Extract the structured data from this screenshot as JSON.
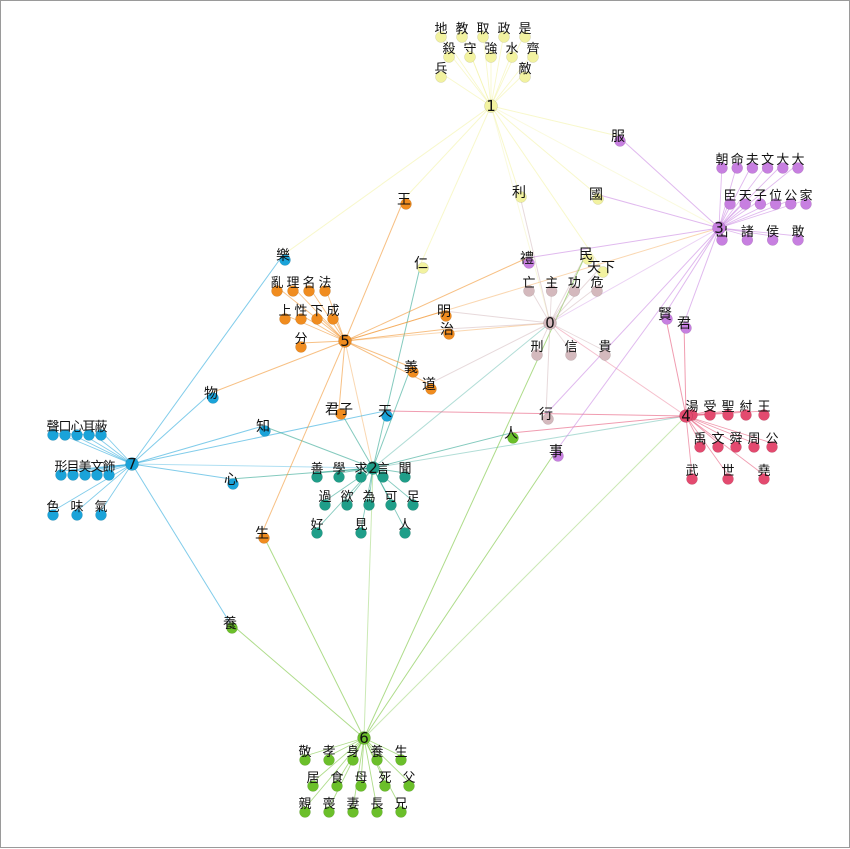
{
  "graph": {
    "clusters": [
      {
        "id": "0",
        "color": "#d4b9bd",
        "leaves": [
          "亡",
          "主",
          "功",
          "危",
          "刑",
          "信",
          "貴"
        ]
      },
      {
        "id": "1",
        "color": "#f2f2a0",
        "leaves": [
          "地",
          "教",
          "取",
          "政",
          "是",
          "殺",
          "守",
          "強",
          "水",
          "齊",
          "兵",
          "敵"
        ]
      },
      {
        "id": "2",
        "color": "#1f9e89",
        "leaves": [
          "善",
          "學",
          "求",
          "言",
          "聞",
          "過",
          "欲",
          "為",
          "可",
          "足",
          "好",
          "見",
          "人"
        ]
      },
      {
        "id": "3",
        "color": "#c77fe0",
        "leaves": [
          "朝",
          "命",
          "夫",
          "文",
          "大",
          "大",
          "臣",
          "天",
          "子",
          "位",
          "公",
          "家",
          "出",
          "諸",
          "侯",
          "敢"
        ]
      },
      {
        "id": "4",
        "color": "#e34a6f",
        "leaves": [
          "湯",
          "受",
          "聖",
          "紂",
          "王",
          "禹",
          "文",
          "舜",
          "周",
          "公",
          "武",
          "世",
          "堯"
        ]
      },
      {
        "id": "5",
        "color": "#f08c1f",
        "leaves": [
          "亂",
          "理",
          "名",
          "法",
          "上",
          "性",
          "下",
          "成",
          "分"
        ]
      },
      {
        "id": "6",
        "color": "#6bbf2a",
        "leaves": [
          "敬",
          "孝",
          "身",
          "養",
          "生",
          "居",
          "食",
          "母",
          "死",
          "父",
          "親",
          "喪",
          "妻",
          "長",
          "兄"
        ]
      },
      {
        "id": "7",
        "color": "#1aa3d9",
        "leaves": [
          "聲",
          "口",
          "心",
          "耳",
          "蔽",
          "形",
          "目",
          "美",
          "文",
          "飾",
          "色",
          "味",
          "氣"
        ]
      }
    ],
    "bridges": [
      {
        "label": "服",
        "color": "#c77fe0"
      },
      {
        "label": "王",
        "color": "#f08c1f"
      },
      {
        "label": "利",
        "color": "#f2f2a0"
      },
      {
        "label": "國",
        "color": "#f2f2a0"
      },
      {
        "label": "樂",
        "color": "#1aa3d9"
      },
      {
        "label": "仁",
        "color": "#f2f2a0"
      },
      {
        "label": "禮",
        "color": "#c77fe0"
      },
      {
        "label": "民",
        "color": "#f2f2a0"
      },
      {
        "label": "天下",
        "color": "#f2f2a0"
      },
      {
        "label": "明",
        "color": "#f08c1f"
      },
      {
        "label": "治",
        "color": "#f08c1f"
      },
      {
        "label": "賢",
        "color": "#c77fe0"
      },
      {
        "label": "君",
        "color": "#c77fe0"
      },
      {
        "label": "義",
        "color": "#f08c1f"
      },
      {
        "label": "道",
        "color": "#f08c1f"
      },
      {
        "label": "物",
        "color": "#1aa3d9"
      },
      {
        "label": "君子",
        "color": "#f08c1f"
      },
      {
        "label": "天",
        "color": "#1aa3d9"
      },
      {
        "label": "行",
        "color": "#d4b9bd"
      },
      {
        "label": "知",
        "color": "#1aa3d9"
      },
      {
        "label": "人",
        "color": "#6bbf2a"
      },
      {
        "label": "事",
        "color": "#c77fe0"
      },
      {
        "label": "心",
        "color": "#1aa3d9"
      },
      {
        "label": "生",
        "color": "#f08c1f"
      },
      {
        "label": "養",
        "color": "#6bbf2a"
      }
    ]
  }
}
